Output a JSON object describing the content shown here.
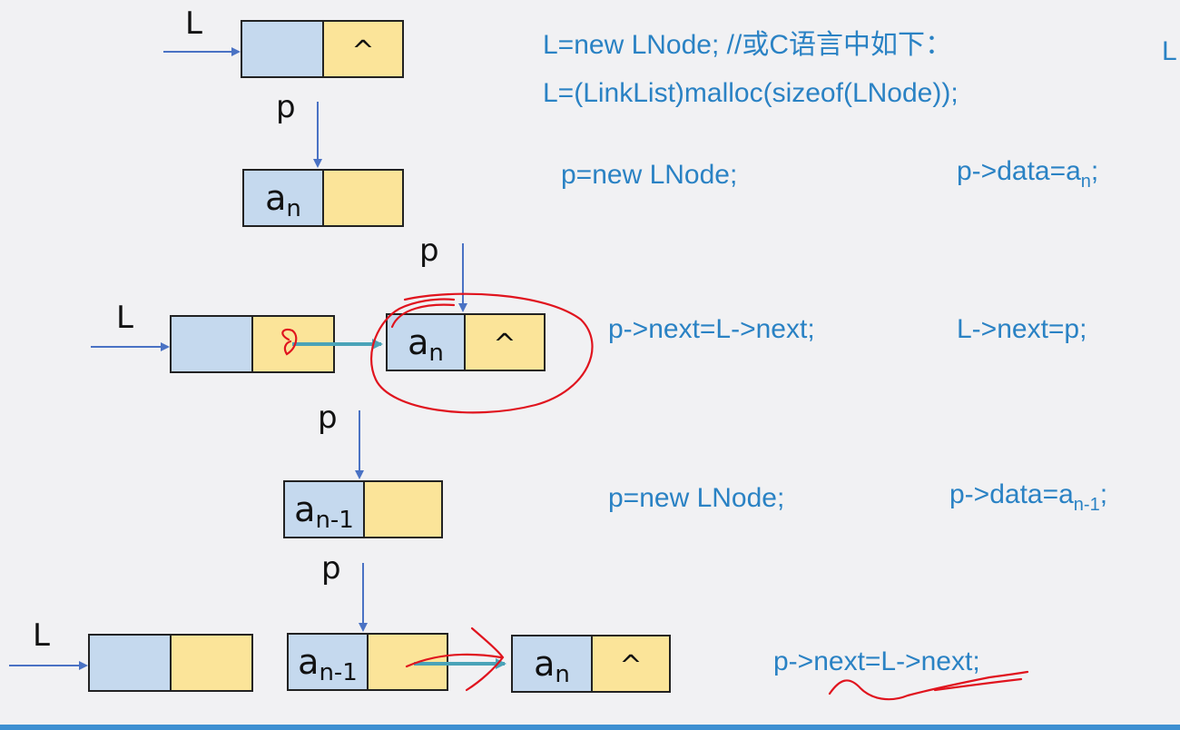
{
  "labels": {
    "L": "L",
    "p": "p",
    "null_symbol": "^",
    "edge_fragment": "L"
  },
  "nodes": {
    "n1": {
      "data": "",
      "data_sub": "",
      "pointer": "^"
    },
    "n2": {
      "data": "a",
      "data_sub": "n",
      "pointer": ""
    },
    "n3a": {
      "data": "",
      "data_sub": "",
      "pointer": ""
    },
    "n3b": {
      "data": "a",
      "data_sub": "n",
      "pointer": "^"
    },
    "n4": {
      "data": "a",
      "data_sub": "n-1",
      "pointer": ""
    },
    "n5a": {
      "data": "",
      "data_sub": "",
      "pointer": ""
    },
    "n5b": {
      "data": "a",
      "data_sub": "n-1",
      "pointer": ""
    },
    "n5c": {
      "data": "a",
      "data_sub": "n",
      "pointer": "^"
    }
  },
  "code": {
    "line1": "L=new LNode; //或C语言中如下：",
    "line2": "L=(LinkList)malloc(sizeof(LNode));",
    "step2_left": "p=new LNode;",
    "step2_right_main": "p->data=a",
    "step2_right_sub": "n",
    "step2_right_end": ";",
    "step3_left": "p->next=L->next;",
    "step3_right": "L->next=p;",
    "step4_left": "p=new LNode;",
    "step4_right_main": "p->data=a",
    "step4_right_sub": "n-1",
    "step4_right_end": ";",
    "step5": "p->next=L->next;"
  },
  "colors": {
    "data_cell": "#c5d9ee",
    "pointer_cell": "#fbe499",
    "arrow_blue": "#4a72c4",
    "arrow_teal": "#4aa3b8",
    "code_blue": "#2a82c4",
    "annotation_red": "#e0141e"
  }
}
